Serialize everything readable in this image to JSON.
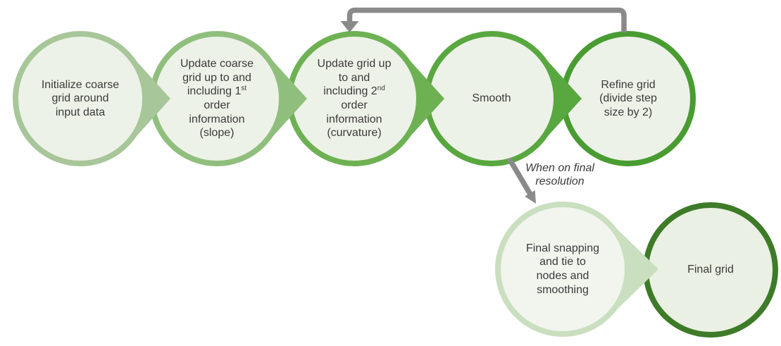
{
  "diagram": {
    "background_color": "#ffffff",
    "text_color": "#3b3b3b",
    "connector_color": "#8a8a8a",
    "annotation": {
      "text": "When on final\nresolution"
    },
    "nodes": [
      {
        "id": "initialize-coarse-grid",
        "text": "Initialize coarse\ngrid around\ninput data",
        "sup": "",
        "text_after": "",
        "ring_color": "#a7c699",
        "fill_color": "#edf2e8"
      },
      {
        "id": "update-first-order",
        "text": "Update coarse\ngrid up to and\nincluding 1",
        "sup": "st",
        "text_after": "\norder\ninformation\n(slope)",
        "ring_color": "#90bf7d",
        "fill_color": "#edf2e8"
      },
      {
        "id": "update-second-order",
        "text": "Update grid up\nto and\nincluding 2",
        "sup": "nd",
        "text_after": "\norder\ninformation\n(curvature)",
        "ring_color": "#6db153",
        "fill_color": "#edf2e8"
      },
      {
        "id": "smooth",
        "text": "Smooth",
        "sup": "",
        "text_after": "",
        "ring_color": "#58a73f",
        "fill_color": "#edf2e8"
      },
      {
        "id": "refine-grid",
        "text": "Refine grid\n(divide step\nsize by 2)",
        "sup": "",
        "text_after": "",
        "ring_color": "#499c31",
        "fill_color": "#edf2e8"
      },
      {
        "id": "final-snapping",
        "text": "Final snapping\nand tie to\nnodes and\nsmoothing",
        "sup": "",
        "text_after": "",
        "ring_color": "#c9dfbf",
        "fill_color": "#f1f5ee"
      },
      {
        "id": "final-grid",
        "text": "Final grid",
        "sup": "",
        "text_after": "",
        "ring_color": "#3d7b28",
        "fill_color": "#eaf0e3"
      }
    ]
  }
}
